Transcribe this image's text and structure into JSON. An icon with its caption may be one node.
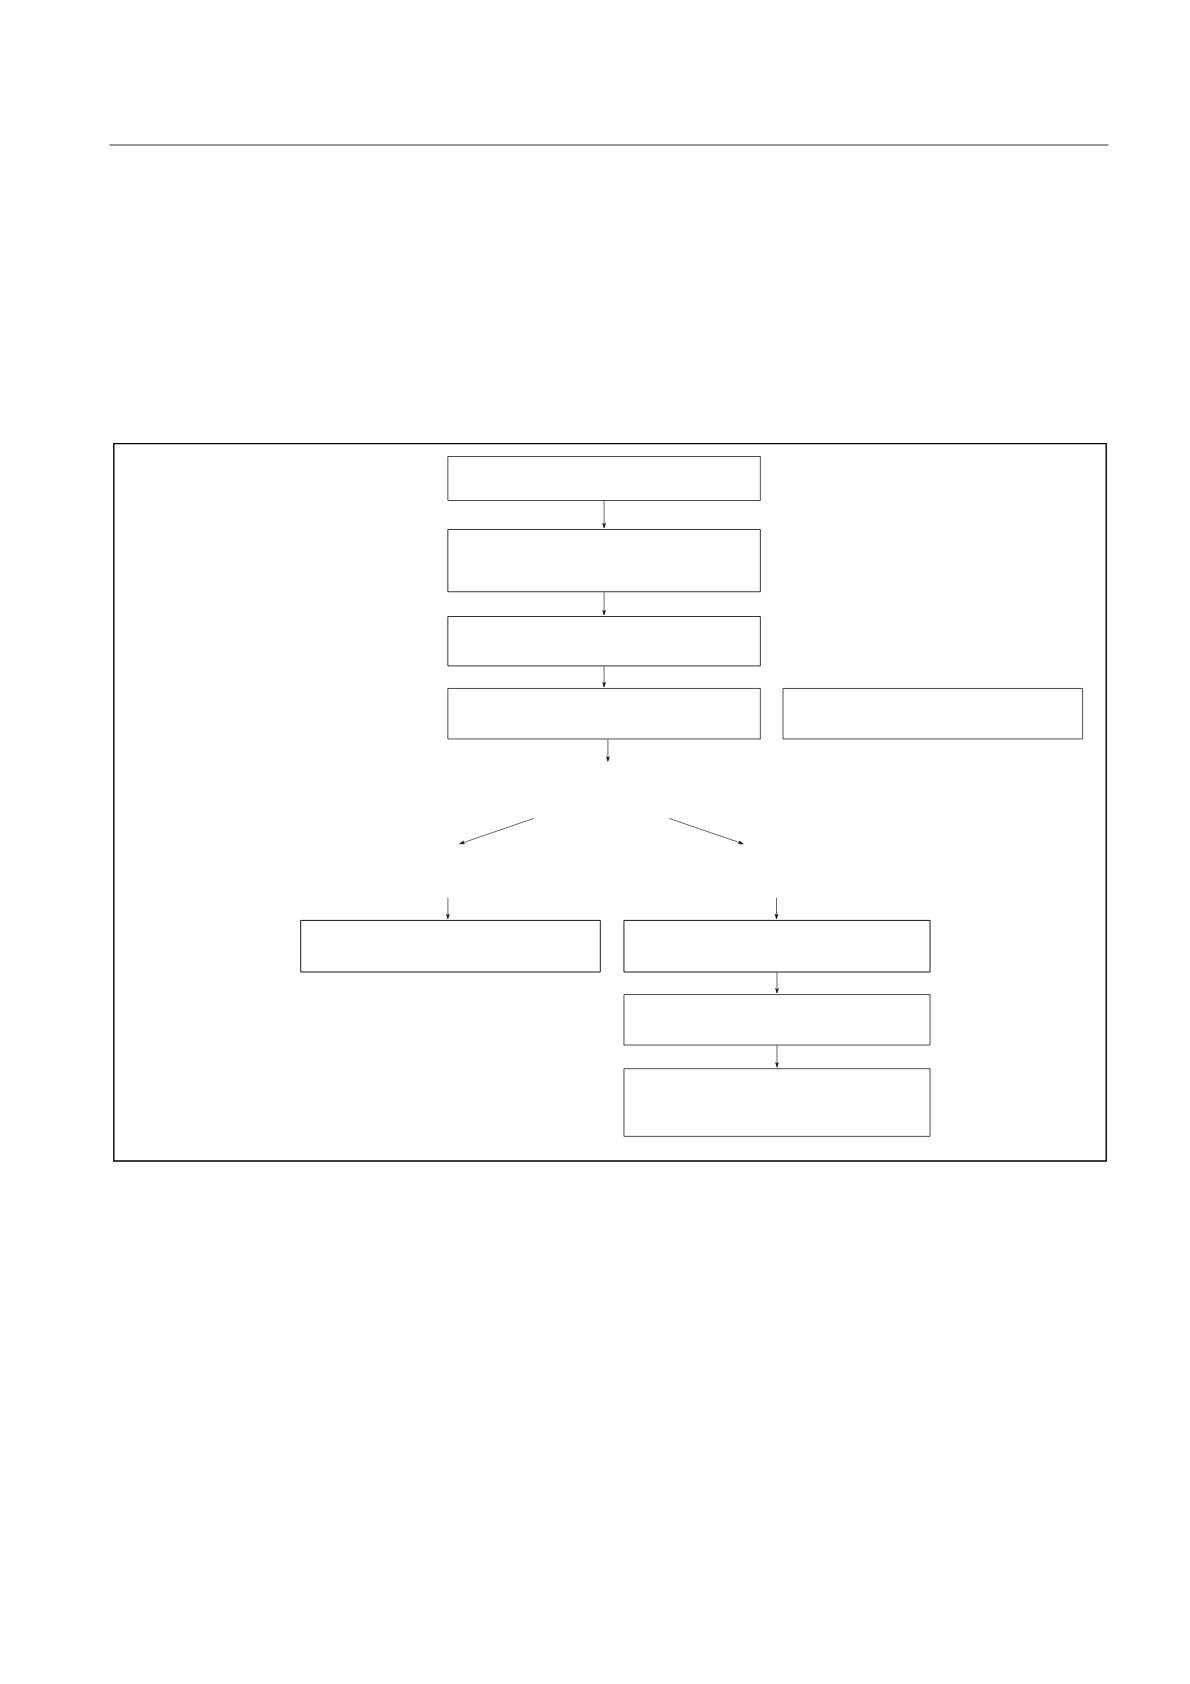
{
  "diagram": {
    "nodes": [
      {
        "text": [],
        "shape": "box"
      },
      {
        "text": [],
        "shape": "box",
        "in": 0
      },
      {
        "text": [],
        "shape": "box",
        "in": 0
      },
      {
        "text": [],
        "shape": "box",
        "in": 0
      },
      {
        "text": [],
        "shape": "box",
        "in": 0
      },
      {
        "text": [],
        "shape": "box",
        "in": 0
      },
      {
        "text": [],
        "shape": "box",
        "in": 0
      },
      {
        "text": [],
        "shape": "box",
        "in": 0
      },
      {
        "text": [],
        "shape": "box",
        "in": 0
      },
      {
        "text": [],
        "shape": "box",
        "in": 0
      }
    ],
    "edges": [
      {
        "from": 1,
        "to": 2,
        "arrow": "to"
      },
      {
        "from": 2,
        "to": 3,
        "arrow": "to"
      },
      {
        "from": 3,
        "to": 4,
        "arrow": "to"
      },
      {
        "from": 4,
        "to": null,
        "arrow": "to"
      },
      {
        "from": null,
        "to": 6,
        "arrow": "to"
      },
      {
        "from": null,
        "to": 7,
        "arrow": "to"
      },
      {
        "from": 7,
        "to": 8,
        "arrow": "to"
      },
      {
        "from": 8,
        "to": 9,
        "arrow": "to"
      }
    ]
  }
}
